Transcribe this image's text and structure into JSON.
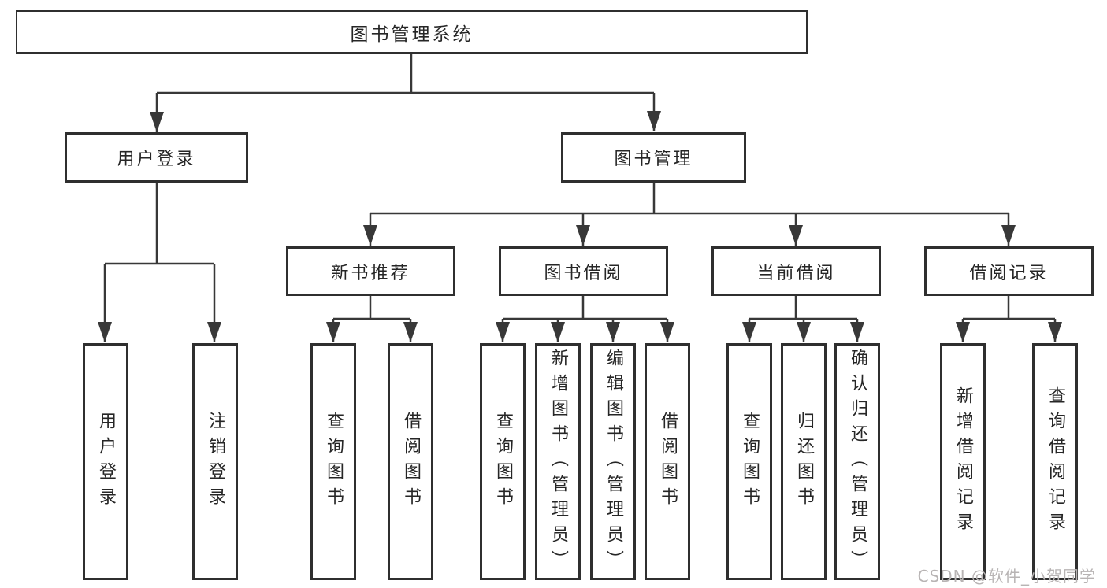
{
  "diagram": {
    "title_node": {
      "label": "图书管理系统"
    },
    "level2": [
      {
        "id": "user-login",
        "label": "用户登录"
      },
      {
        "id": "book-management",
        "label": "图书管理"
      }
    ],
    "level3": [
      {
        "id": "new-book-recommend",
        "label": "新书推荐"
      },
      {
        "id": "book-borrow",
        "label": "图书借阅"
      },
      {
        "id": "current-borrow",
        "label": "当前借阅"
      },
      {
        "id": "borrow-record",
        "label": "借阅记录"
      }
    ],
    "leaves": {
      "user_login": [
        "用户登录",
        "注销登录"
      ],
      "new_book": [
        "查询图书",
        "借阅图书"
      ],
      "book_borrow": [
        "查询图书",
        "新增图书（管理员）",
        "编辑图书（管理员）",
        "借阅图书"
      ],
      "current_borrow": [
        "查询图书",
        "归还图书",
        "确认归还（管理员）"
      ],
      "borrow_record": [
        "新增借阅记录",
        "查询借阅记录"
      ]
    }
  },
  "watermark": "CSDN @软件_小贺同学",
  "colors": {
    "line": "#383838",
    "border": "#2f2f2f",
    "text": "#262626",
    "watermark": "#b8b4b4",
    "background": "#ffffff"
  }
}
